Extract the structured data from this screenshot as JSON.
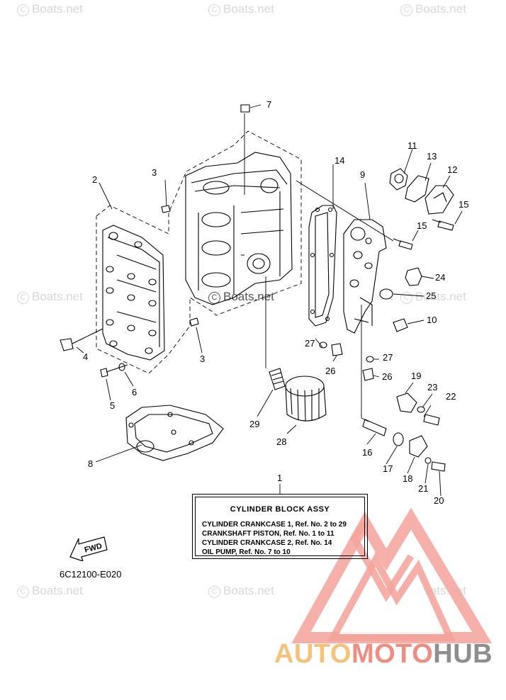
{
  "watermarks": [
    "Boats.net",
    "Boats.net",
    "Boats.net",
    "Boats.net",
    "Boats.net",
    "Boats.net",
    "Boats.net",
    "Boats.net",
    "Boats.net"
  ],
  "callouts": [
    "1",
    "2",
    "3",
    "3",
    "4",
    "5",
    "6",
    "7",
    "8",
    "9",
    "10",
    "11",
    "12",
    "13",
    "14",
    "15",
    "15",
    "16",
    "17",
    "18",
    "19",
    "20",
    "21",
    "22",
    "23",
    "24",
    "25",
    "26",
    "26",
    "27",
    "27",
    "28",
    "29"
  ],
  "legend": {
    "title": "CYLINDER BLOCK ASSY",
    "lines": [
      "CYLINDER CRANKCASE 1,  Ref. No. 2 to 29",
      "CRANKSHAFT PISTON,  Ref. No. 1 to 11",
      "CYLINDER CRANKCASE 2,  Ref. No. 14",
      "OIL PUMP,  Ref. No. 7 to 10"
    ]
  },
  "fwd_label": "FWD",
  "part_number": "6C12100-E020",
  "brand": {
    "auto": "AUTO",
    "moto": "MOTO",
    "hub": "HUB"
  },
  "colors": {
    "line": "#000000",
    "watermark": "#d8d8d8",
    "logo_red": "#f08c80",
    "logo_orange": "#f5c27a",
    "logo_grey": "#8e8e8e"
  }
}
